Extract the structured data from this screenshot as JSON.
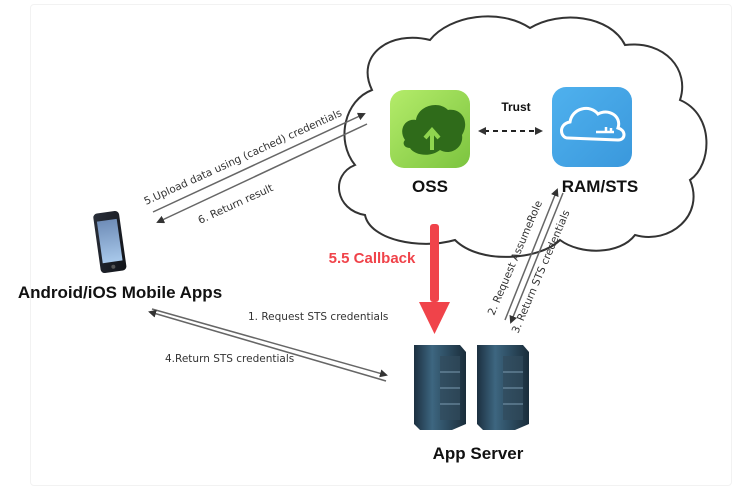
{
  "nodes": {
    "oss": {
      "label": "OSS",
      "icon": "cloud-upload-icon",
      "color": "#8fd44f",
      "icon_color": "#2f6b1a"
    },
    "ram_sts": {
      "label": "RAM/STS",
      "icon": "cloud-key-icon",
      "color": "#3fa2e6",
      "icon_color": "#ffffff"
    },
    "mobile": {
      "label": "Android/iOS Mobile Apps",
      "icon": "smartphone-icon"
    },
    "app_server": {
      "label": "App Server",
      "icon": "server-rack-icon"
    },
    "cloud_boundary": {
      "icon": "cloud-outline"
    }
  },
  "edges": {
    "trust": {
      "label": "Trust",
      "style": "dashed-bidirectional"
    },
    "step1": {
      "label": "1. Request STS credentials"
    },
    "step2": {
      "label": "2. Request AssumeRole"
    },
    "step3": {
      "label": "3. Return STS credentials"
    },
    "step4": {
      "label": "4.Return STS credentials"
    },
    "step5": {
      "label": "5.Upload data using (cached) credentials"
    },
    "step6": {
      "label": "6. Return result"
    },
    "callback": {
      "label": "5.5 Callback",
      "color": "#f0434a"
    }
  }
}
